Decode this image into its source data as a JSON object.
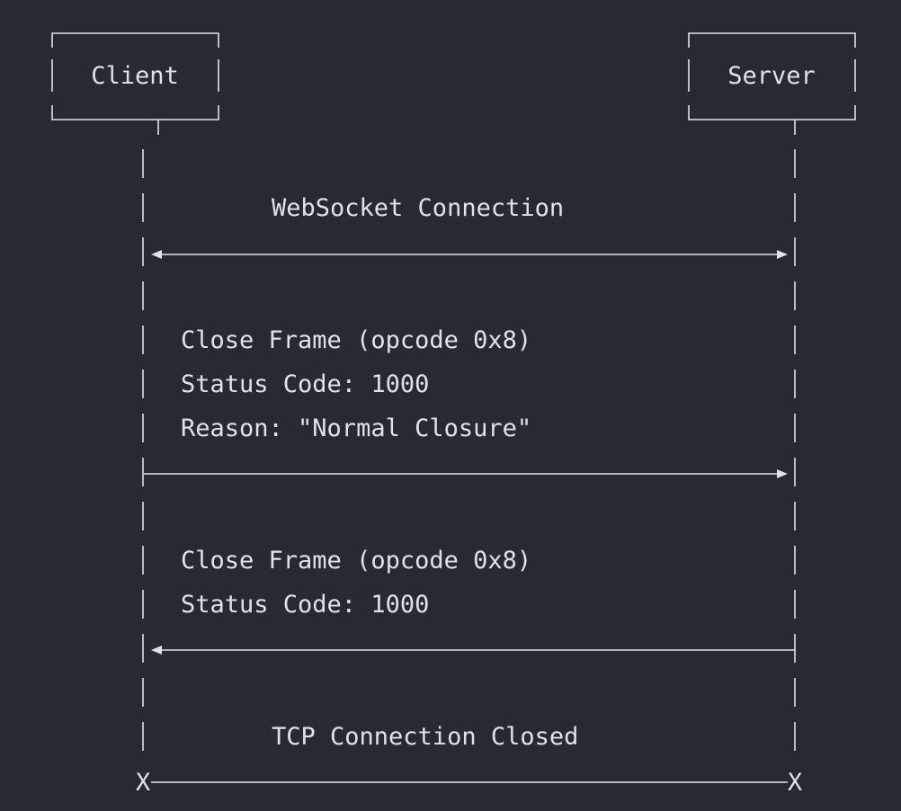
{
  "participants": {
    "client": "Client",
    "server": "Server"
  },
  "messages": [
    {
      "direction": "both",
      "lines": [
        "WebSocket Connection"
      ]
    },
    {
      "direction": "client-to-server",
      "lines": [
        "Close Frame (opcode 0x8)",
        "Status Code: 1000",
        "Reason: \"Normal Closure\""
      ]
    },
    {
      "direction": "server-to-client",
      "lines": [
        "Close Frame (opcode 0x8)",
        "Status Code: 1000"
      ]
    },
    {
      "direction": "terminate",
      "lines": [
        "TCP Connection Closed"
      ]
    }
  ],
  "end_markers": {
    "client": "X",
    "server": "X"
  },
  "colors": {
    "background": "#272a33",
    "foreground": "#dfe2ea"
  }
}
